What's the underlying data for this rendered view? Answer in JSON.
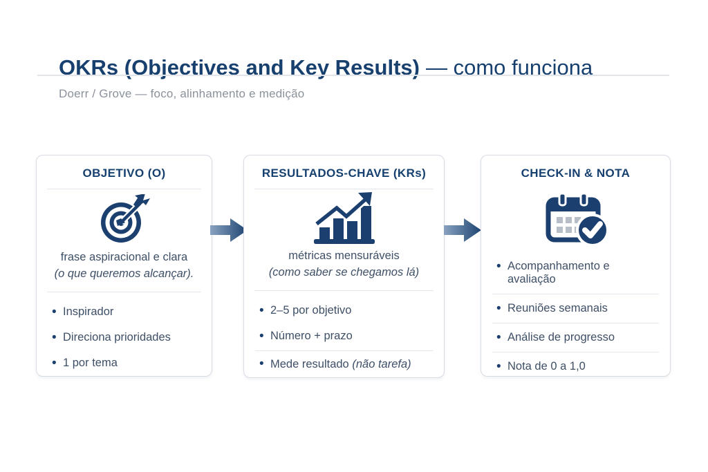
{
  "header": {
    "title_strong": "OKRs (Objectives and Key Results)",
    "title_light": "— como funciona",
    "subtitle": "Doerr / Grove — foco, alinhamento e medição"
  },
  "cards": {
    "objective": {
      "title": "OBJETIVO (O)",
      "icon": "target-icon",
      "desc": "frase aspiracional e clara",
      "desc_italic": "(o que queremos alcançar).",
      "bullets": [
        "Inspirador",
        "Direciona prioridades",
        "1 por tema"
      ]
    },
    "key_results": {
      "title": "RESULTADOS-CHAVE (KRs)",
      "icon": "bar-chart-icon",
      "desc": "métricas mensuráveis",
      "desc_italic": "(como saber se chegamos lá)",
      "bullets": [
        "2–5 por objetivo",
        "Número + prazo",
        "Mede resultado"
      ],
      "bullet_last_italic": "(não tarefa)"
    },
    "checkin": {
      "title": "CHECK-IN & NOTA",
      "icon": "calendar-check-icon",
      "bullets": [
        "Acompanhamento e avaliação",
        "Reuniões semanais",
        "Análise de progresso",
        "Nota de 0 a 1,0"
      ]
    }
  },
  "colors": {
    "navy": "#17406f",
    "icon_navy": "#1b3f6e",
    "body_text": "#3e4f66",
    "subtitle_gray": "#8b919b",
    "card_border": "#d8dce3",
    "divider": "#e3e6ec",
    "arrow_gradient_from": "#8aa2c0",
    "arrow_gradient_to": "#1c4471",
    "calendar_gray": "#b8bec8"
  }
}
